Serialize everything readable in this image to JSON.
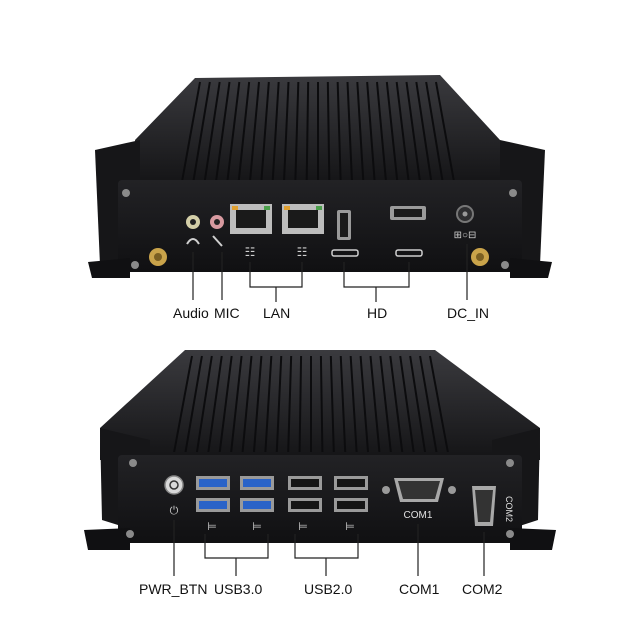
{
  "labels": {
    "top": {
      "audio": "Audio",
      "mic": "MIC",
      "lan": "LAN",
      "hd": "HD",
      "dc_in": "DC_IN"
    },
    "bottom": {
      "pwr_btn": "PWR_BTN",
      "usb30": "USB3.0",
      "usb20": "USB2.0",
      "com1": "COM1",
      "com2": "COM2"
    }
  },
  "panel_print": {
    "com1": "COM1",
    "com2": "COM2"
  },
  "colors": {
    "chassis": "#1b1b1d",
    "fin": "#2a2a2d",
    "usb3_blue": "#2a63c8",
    "antenna_gold": "#c9a34a",
    "label_text": "#111111",
    "leader_line": "#222222"
  }
}
